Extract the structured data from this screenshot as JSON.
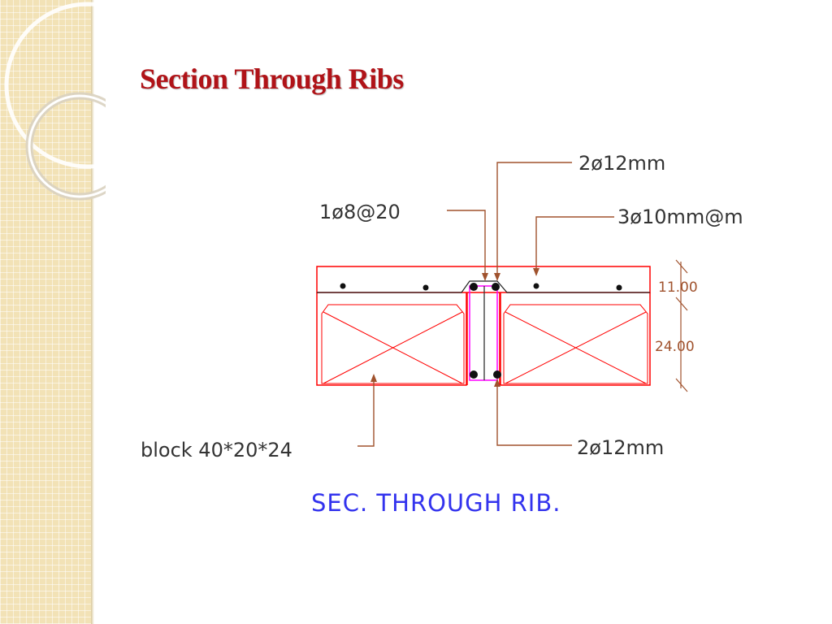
{
  "slide": {
    "title": "Section Through Ribs"
  },
  "drawing": {
    "labels": {
      "top_bars": "2ø12mm",
      "stirrup": "1ø8@20",
      "mesh": "3ø10mm@m",
      "topping_depth": "11.00",
      "rib_depth": "24.00",
      "block": "block 40*20*24",
      "bottom_bars": "2ø12mm",
      "caption": "SEC. THROUGH RIB."
    },
    "colors": {
      "title": "#b01318",
      "concrete_outline": "#ff0000",
      "leader": "#a0522d",
      "stirrup": "#ff00ff",
      "caption": "#3333ee",
      "label_text": "#333333"
    }
  }
}
